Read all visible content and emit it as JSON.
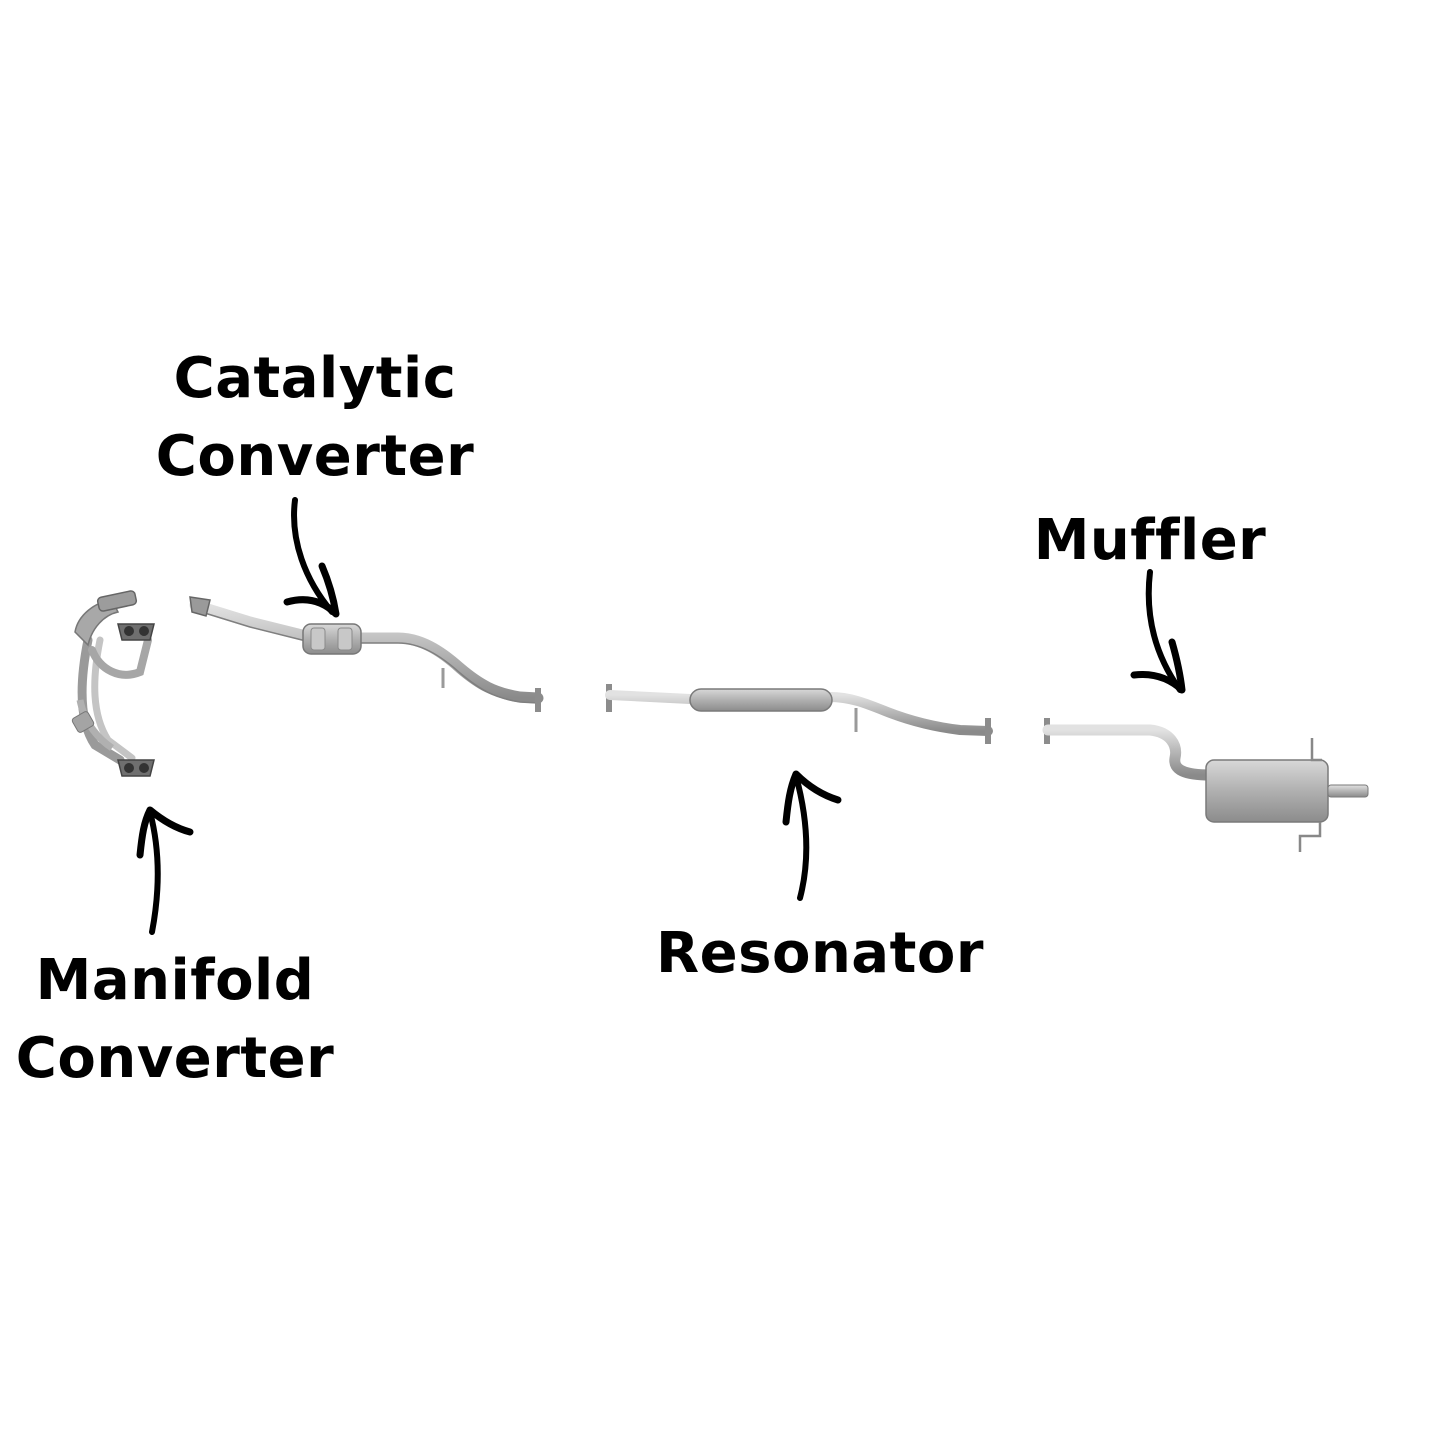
{
  "labels": {
    "catalytic_converter": {
      "line1": "Catalytic",
      "line2": "Converter"
    },
    "manifold_converter": {
      "line1": "Manifold",
      "line2": "Converter"
    },
    "resonator": "Resonator",
    "muffler": "Muffler"
  },
  "colors": {
    "text": "#000000",
    "background": "#ffffff",
    "pipe": "#b8b8b8",
    "pipe_dark": "#8e8e8e",
    "pipe_light": "#dadada"
  },
  "icons": {
    "arrow": "curved-arrow-icon"
  }
}
